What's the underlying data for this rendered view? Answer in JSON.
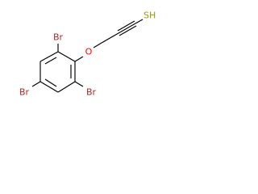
{
  "molecule": {
    "atoms": {
      "br_top": "Br",
      "br_left": "Br",
      "br_right": "Br",
      "oxygen": "O",
      "thiol": "SH"
    }
  },
  "colors": {
    "bond": "#000000",
    "bromine": "#a52a2a",
    "oxygen": "#ff0000",
    "sulfur": "#9a9a00",
    "background": "#ffffff"
  }
}
